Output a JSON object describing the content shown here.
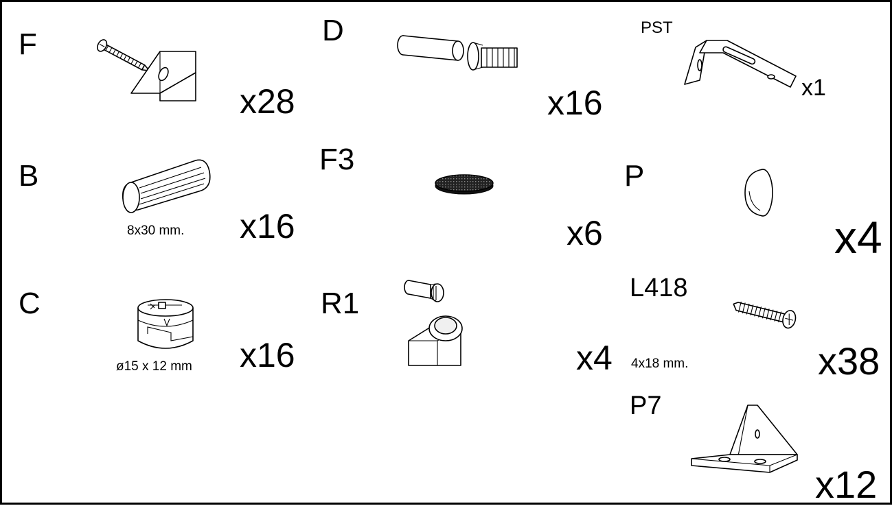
{
  "sheet": {
    "parts": [
      {
        "code": "F",
        "qty": "x28",
        "icon": "screw-with-angle-block-icon"
      },
      {
        "code": "D",
        "qty": "x16",
        "icon": "connector-bolt-icon"
      },
      {
        "code": "PST",
        "qty": "x1",
        "icon": "l-bracket-icon"
      },
      {
        "code": "B",
        "qty": "x16",
        "icon": "wooden-dowel-icon",
        "note": "8x30 mm."
      },
      {
        "code": "F3",
        "qty": "x6",
        "icon": "felt-pad-icon"
      },
      {
        "code": "P",
        "qty": "x4",
        "icon": "dome-bumper-icon"
      },
      {
        "code": "C",
        "qty": "x16",
        "icon": "cam-lock-icon",
        "note": "ø15 x 12 mm"
      },
      {
        "code": "R1",
        "qty": "x4",
        "icon": "shelf-support-pin-icon"
      },
      {
        "code": "L418",
        "qty": "x38",
        "icon": "wood-screw-icon",
        "note": "4x18 mm."
      },
      {
        "code": "P7",
        "qty": "x12",
        "icon": "triangle-bracket-icon"
      }
    ]
  }
}
